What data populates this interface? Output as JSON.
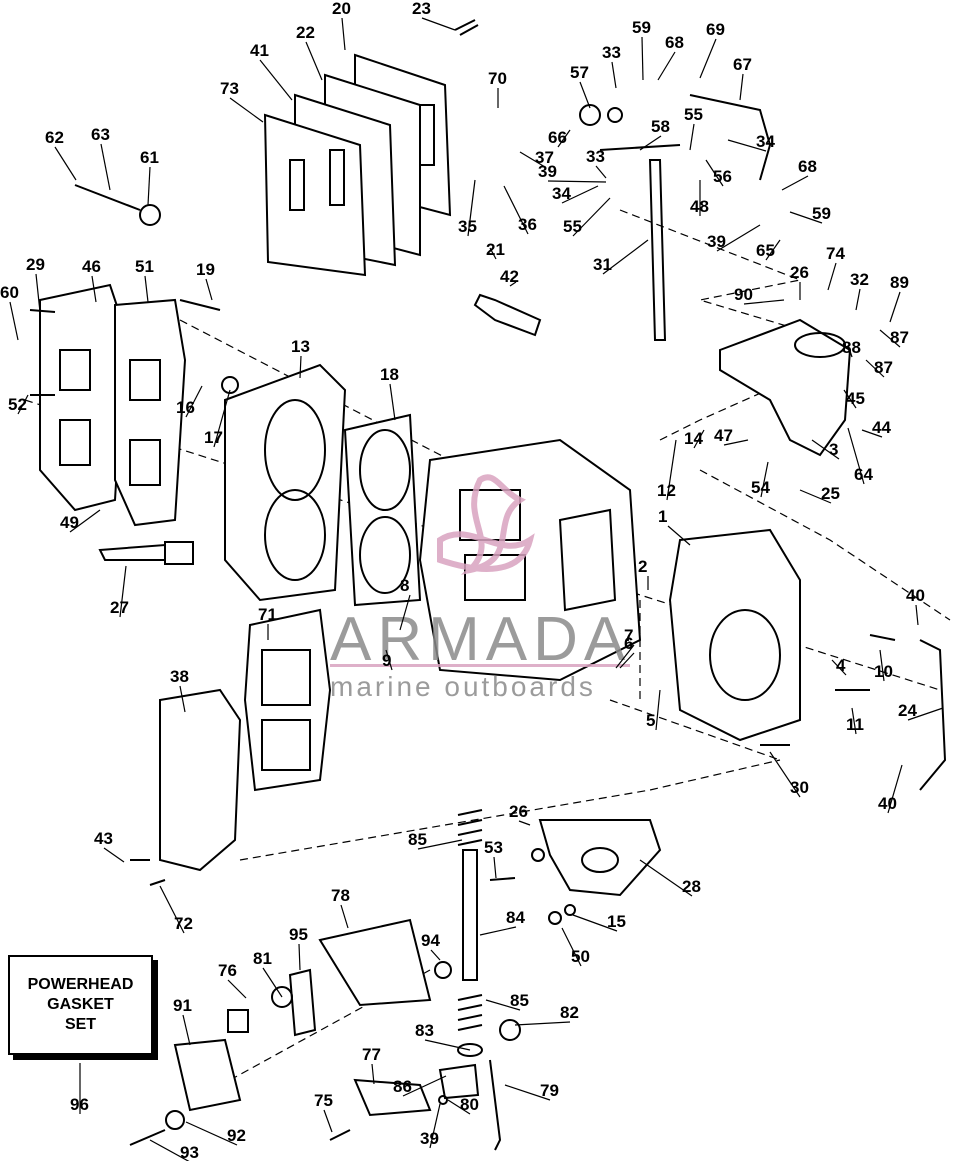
{
  "diagram": {
    "callouts": [
      "20",
      "23",
      "22",
      "41",
      "73",
      "70",
      "59",
      "68",
      "69",
      "33",
      "57",
      "67",
      "62",
      "63",
      "61",
      "37",
      "66",
      "55",
      "34",
      "58",
      "33",
      "56",
      "39",
      "34",
      "68",
      "48",
      "35",
      "36",
      "55",
      "59",
      "21",
      "39",
      "65",
      "42",
      "31",
      "74",
      "26",
      "29",
      "46",
      "51",
      "19",
      "90",
      "32",
      "89",
      "60",
      "87",
      "88",
      "87",
      "13",
      "16",
      "18",
      "45",
      "52",
      "17",
      "44",
      "14",
      "3",
      "47",
      "12",
      "64",
      "54",
      "25",
      "49",
      "1",
      "27",
      "2",
      "8",
      "40",
      "7",
      "6",
      "9",
      "71",
      "4",
      "10",
      "5",
      "38",
      "11",
      "24",
      "30",
      "40",
      "85",
      "26",
      "53",
      "43",
      "28",
      "72",
      "84",
      "15",
      "78",
      "94",
      "50",
      "95",
      "76",
      "81",
      "85",
      "82",
      "91",
      "83",
      "77",
      "86",
      "79",
      "75",
      "80",
      "92",
      "39",
      "96",
      "93"
    ],
    "kit_label": "POWERHEAD\nGASKET\nSET",
    "watermark_brand": "ARMADA",
    "watermark_tagline": "marine outboards",
    "line_color": "#000000",
    "watermark_color": "#d9a3c0",
    "watermark_text_color": "#8a8a8a"
  }
}
